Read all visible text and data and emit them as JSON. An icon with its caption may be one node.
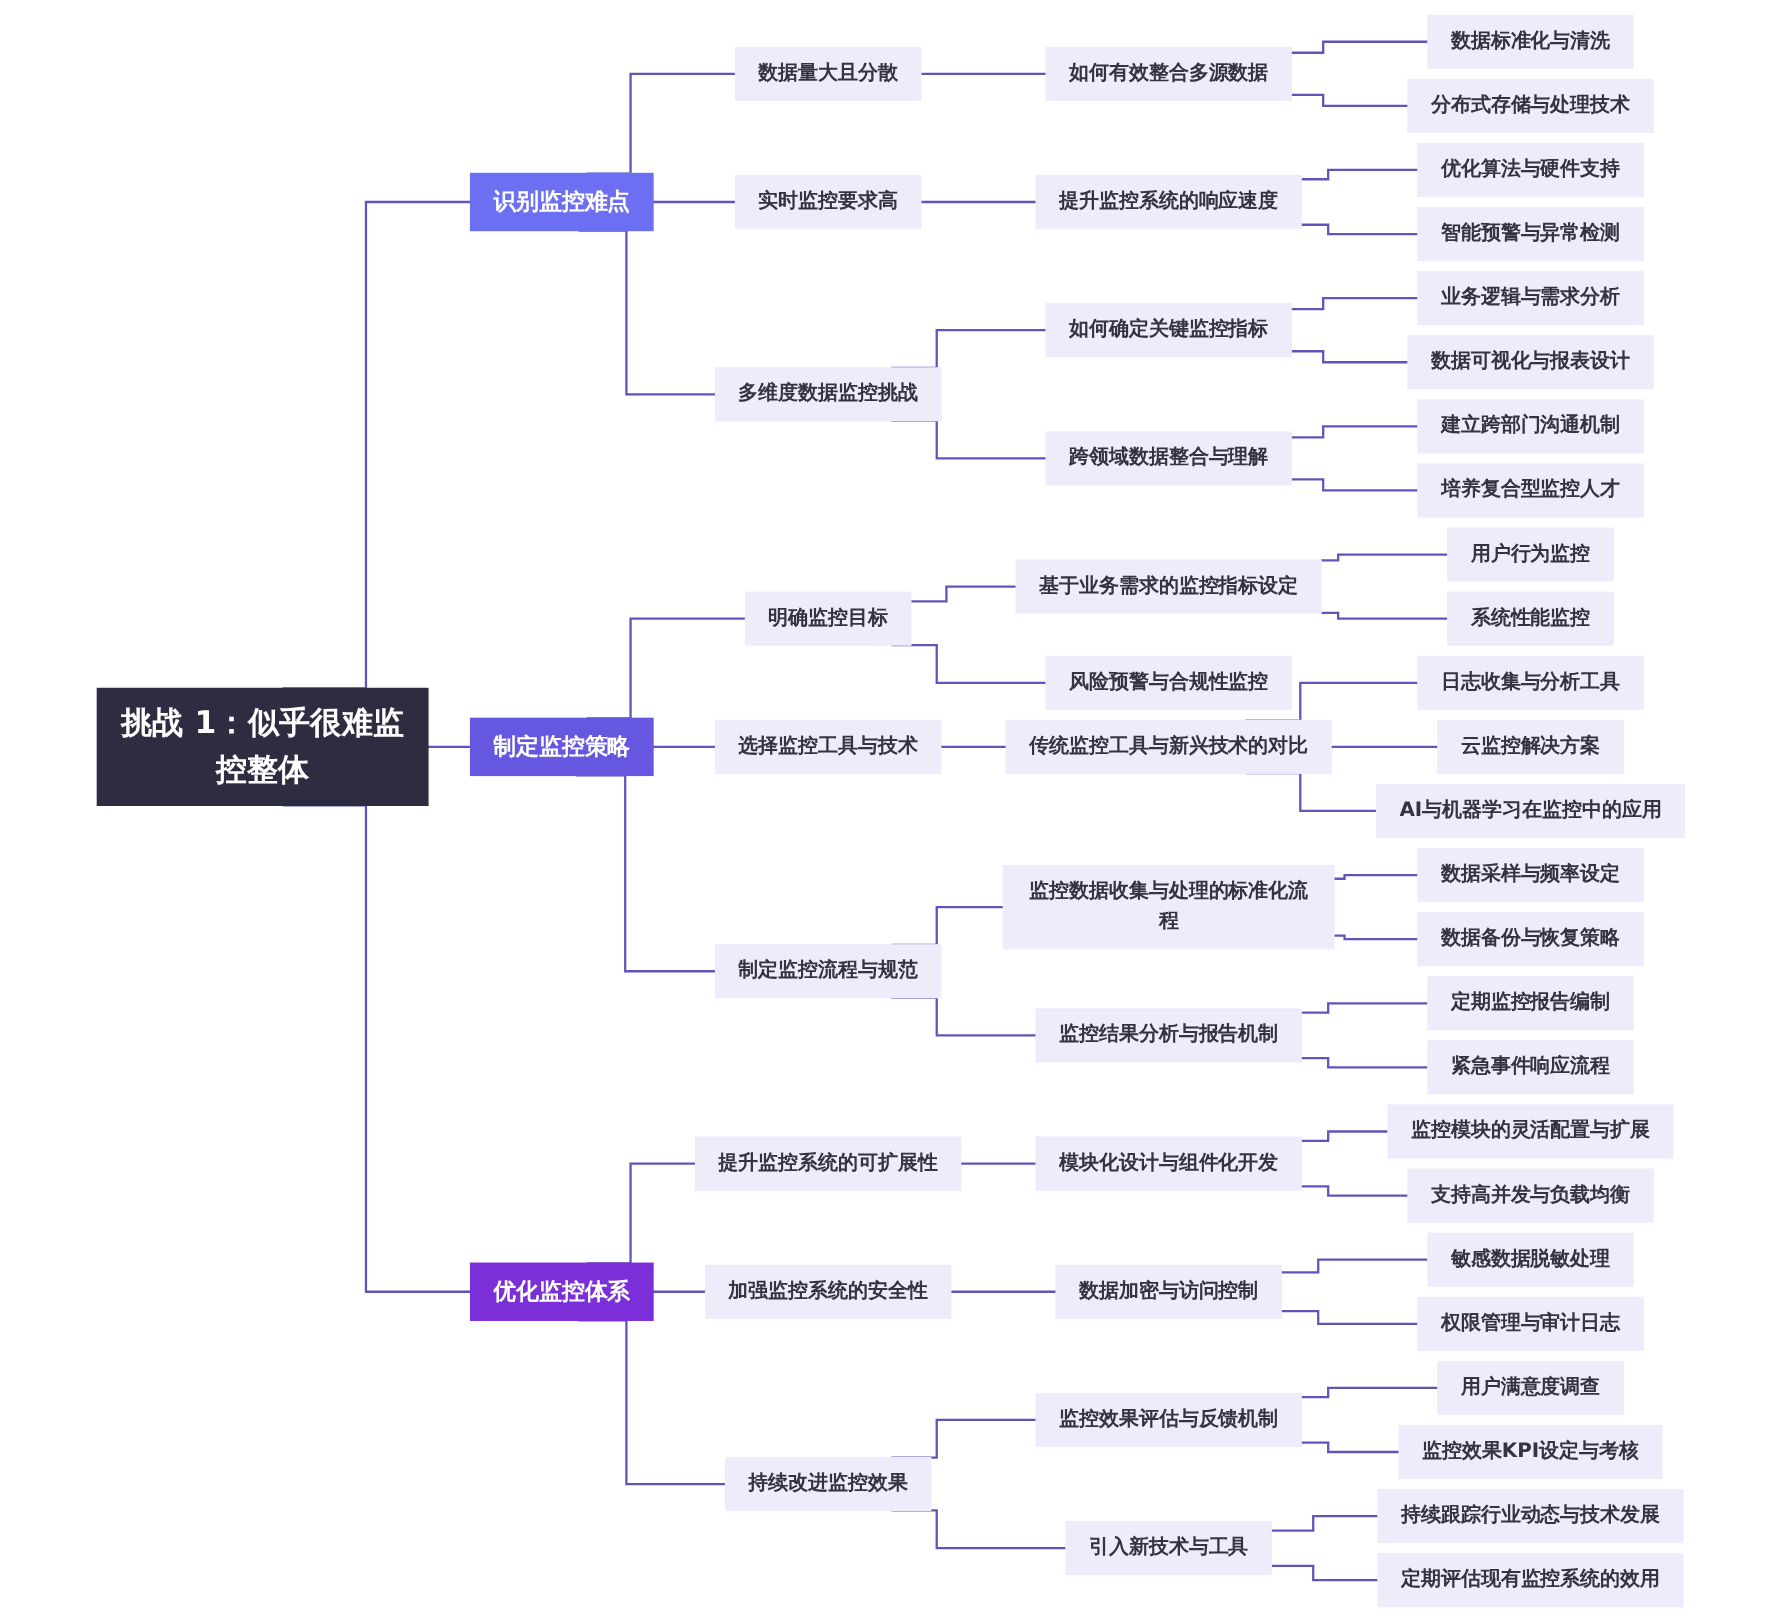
{
  "diagram": {
    "nodes": [
      {
        "text": [
          "挑战 1：似乎很难监控整体"
        ]
      },
      {
        "text": [
          "识别监控难点"
        ]
      },
      {
        "text": [
          "数据量大且分散"
        ]
      },
      {
        "text": [
          "如何有效整合多源数据"
        ]
      },
      {
        "text": [
          "数据标准化与清洗"
        ]
      },
      {
        "text": [
          "分布式存储与处理技术"
        ]
      },
      {
        "text": [
          "实时监控要求高"
        ]
      },
      {
        "text": [
          "提升监控系统的响应速度"
        ]
      },
      {
        "text": [
          "优化算法与硬件支持"
        ]
      },
      {
        "text": [
          "智能预警与异常检测"
        ]
      },
      {
        "text": [
          "多维度数据监控挑战"
        ]
      },
      {
        "text": [
          "如何确定关键监控指标"
        ]
      },
      {
        "text": [
          "业务逻辑与需求分析"
        ]
      },
      {
        "text": [
          "数据可视化与报表设计"
        ]
      },
      {
        "text": [
          "跨领域数据整合与理解"
        ]
      },
      {
        "text": [
          "建立跨部门沟通机制"
        ]
      },
      {
        "text": [
          "培养复合型监控人才"
        ]
      },
      {
        "text": [
          "制定监控策略"
        ]
      },
      {
        "text": [
          "明确监控目标"
        ]
      },
      {
        "text": [
          "基于业务需求的监控指标设定"
        ]
      },
      {
        "text": [
          "用户行为监控"
        ]
      },
      {
        "text": [
          "系统性能监控"
        ]
      },
      {
        "text": [
          "风险预警与合规性监控"
        ]
      },
      {
        "text": [
          "选择监控工具与技术"
        ]
      },
      {
        "text": [
          "传统监控工具与新兴技术的对比"
        ]
      },
      {
        "text": [
          "日志收集与分析工具"
        ]
      },
      {
        "text": [
          "云监控解决方案"
        ]
      },
      {
        "text": [
          "AI与机器学习在监控中的应用"
        ]
      },
      {
        "text": [
          "制定监控流程与规范"
        ]
      },
      {
        "text": [
          "监控数据收集与处理的标准化流程"
        ]
      },
      {
        "text": [
          "数据采样与频率设定"
        ]
      },
      {
        "text": [
          "数据备份与恢复策略"
        ]
      },
      {
        "text": [
          "监控结果分析与报告机制"
        ]
      },
      {
        "text": [
          "定期监控报告编制"
        ]
      },
      {
        "text": [
          "紧急事件响应流程"
        ]
      },
      {
        "text": [
          "优化监控体系"
        ]
      },
      {
        "text": [
          "提升监控系统的可扩展性"
        ]
      },
      {
        "text": [
          "模块化设计与组件化开发"
        ]
      },
      {
        "text": [
          "监控模块的灵活配置与扩展"
        ]
      },
      {
        "text": [
          "支持高并发与负载均衡"
        ]
      },
      {
        "text": [
          "加强监控系统的安全性"
        ]
      },
      {
        "text": [
          "数据加密与访问控制"
        ]
      },
      {
        "text": [
          "敏感数据脱敏处理"
        ]
      },
      {
        "text": [
          "权限管理与审计日志"
        ]
      },
      {
        "text": [
          "持续改进监控效果"
        ]
      },
      {
        "text": [
          "监控效果评估与反馈机制"
        ]
      },
      {
        "text": [
          "用户满意度调查"
        ]
      },
      {
        "text": [
          "监控效果KPI设定与考核"
        ]
      },
      {
        "text": [
          "引入新技术与工具"
        ]
      },
      {
        "text": [
          "持续跟踪行业动态与技术发展"
        ]
      },
      {
        "text": [
          "定期评估现有监控系统的效用"
        ]
      }
    ],
    "edges": [
      {
        "from": 0,
        "to": 1,
        "arrow": "none"
      },
      {
        "from": 1,
        "to": 2,
        "arrow": "none"
      },
      {
        "from": 2,
        "to": 3,
        "arrow": "none"
      },
      {
        "from": 3,
        "to": 4,
        "arrow": "none"
      },
      {
        "from": 3,
        "to": 5,
        "arrow": "none"
      },
      {
        "from": 1,
        "to": 6,
        "arrow": "none"
      },
      {
        "from": 6,
        "to": 7,
        "arrow": "none"
      },
      {
        "from": 7,
        "to": 8,
        "arrow": "none"
      },
      {
        "from": 7,
        "to": 9,
        "arrow": "none"
      },
      {
        "from": 1,
        "to": 10,
        "arrow": "none"
      },
      {
        "from": 10,
        "to": 11,
        "arrow": "none"
      },
      {
        "from": 11,
        "to": 12,
        "arrow": "none"
      },
      {
        "from": 11,
        "to": 13,
        "arrow": "none"
      },
      {
        "from": 10,
        "to": 14,
        "arrow": "none"
      },
      {
        "from": 14,
        "to": 15,
        "arrow": "none"
      },
      {
        "from": 14,
        "to": 16,
        "arrow": "none"
      },
      {
        "from": 0,
        "to": 17,
        "arrow": "none"
      },
      {
        "from": 17,
        "to": 18,
        "arrow": "none"
      },
      {
        "from": 18,
        "to": 19,
        "arrow": "none"
      },
      {
        "from": 19,
        "to": 20,
        "arrow": "none"
      },
      {
        "from": 19,
        "to": 21,
        "arrow": "none"
      },
      {
        "from": 18,
        "to": 22,
        "arrow": "none"
      },
      {
        "from": 17,
        "to": 23,
        "arrow": "none"
      },
      {
        "from": 23,
        "to": 24,
        "arrow": "none"
      },
      {
        "from": 24,
        "to": 25,
        "arrow": "none"
      },
      {
        "from": 24,
        "to": 26,
        "arrow": "none"
      },
      {
        "from": 24,
        "to": 27,
        "arrow": "none"
      },
      {
        "from": 17,
        "to": 28,
        "arrow": "none"
      },
      {
        "from": 28,
        "to": 29,
        "arrow": "none"
      },
      {
        "from": 29,
        "to": 30,
        "arrow": "none"
      },
      {
        "from": 29,
        "to": 31,
        "arrow": "none"
      },
      {
        "from": 28,
        "to": 32,
        "arrow": "none"
      },
      {
        "from": 32,
        "to": 33,
        "arrow": "none"
      },
      {
        "from": 32,
        "to": 34,
        "arrow": "none"
      },
      {
        "from": 0,
        "to": 35,
        "arrow": "none"
      },
      {
        "from": 35,
        "to": 36,
        "arrow": "none"
      },
      {
        "from": 36,
        "to": 37,
        "arrow": "none"
      },
      {
        "from": 37,
        "to": 38,
        "arrow": "none"
      },
      {
        "from": 37,
        "to": 39,
        "arrow": "none"
      },
      {
        "from": 35,
        "to": 40,
        "arrow": "none"
      },
      {
        "from": 40,
        "to": 41,
        "arrow": "none"
      },
      {
        "from": 41,
        "to": 42,
        "arrow": "none"
      },
      {
        "from": 41,
        "to": 43,
        "arrow": "none"
      },
      {
        "from": 35,
        "to": 44,
        "arrow": "none"
      },
      {
        "from": 44,
        "to": 45,
        "arrow": "none"
      },
      {
        "from": 45,
        "to": 46,
        "arrow": "none"
      },
      {
        "from": 45,
        "to": 47,
        "arrow": "none"
      },
      {
        "from": 44,
        "to": 48,
        "arrow": "none"
      },
      {
        "from": 48,
        "to": 49,
        "arrow": "none"
      },
      {
        "from": 48,
        "to": 50,
        "arrow": "none"
      }
    ]
  }
}
